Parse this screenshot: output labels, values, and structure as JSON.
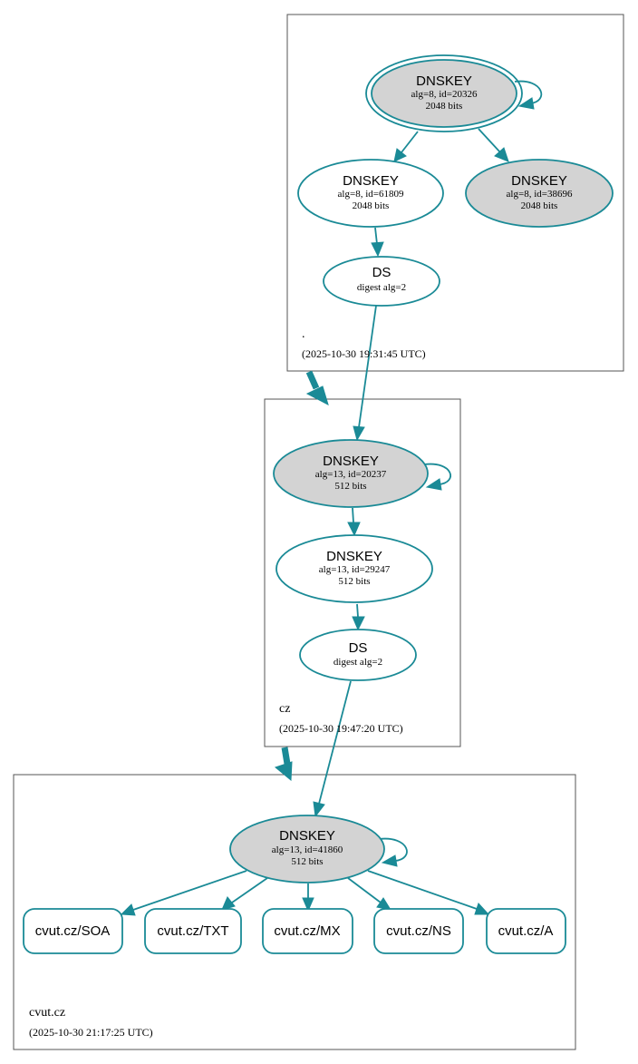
{
  "colors": {
    "edge": "#1a8a96",
    "sep_fill": "#d3d3d3",
    "plain_fill": "#ffffff",
    "border": "#555555"
  },
  "zones": {
    "root": {
      "name": ".",
      "timestamp": "(2025-10-30 19:31:45 UTC)"
    },
    "cz": {
      "name": "cz",
      "timestamp": "(2025-10-30 19:47:20 UTC)"
    },
    "cvut": {
      "name": "cvut.cz",
      "timestamp": "(2025-10-30 21:17:25 UTC)"
    }
  },
  "nodes": {
    "root_ksk": {
      "title": "DNSKEY",
      "line1": "alg=8, id=20326",
      "line2": "2048 bits"
    },
    "root_zsk": {
      "title": "DNSKEY",
      "line1": "alg=8, id=61809",
      "line2": "2048 bits"
    },
    "root_sep2": {
      "title": "DNSKEY",
      "line1": "alg=8, id=38696",
      "line2": "2048 bits"
    },
    "root_ds": {
      "title": "DS",
      "line1": "digest alg=2"
    },
    "cz_ksk": {
      "title": "DNSKEY",
      "line1": "alg=13, id=20237",
      "line2": "512 bits"
    },
    "cz_zsk": {
      "title": "DNSKEY",
      "line1": "alg=13, id=29247",
      "line2": "512 bits"
    },
    "cz_ds": {
      "title": "DS",
      "line1": "digest alg=2"
    },
    "cvut_key": {
      "title": "DNSKEY",
      "line1": "alg=13, id=41860",
      "line2": "512 bits"
    }
  },
  "rrsets": [
    {
      "label": "cvut.cz/SOA"
    },
    {
      "label": "cvut.cz/TXT"
    },
    {
      "label": "cvut.cz/MX"
    },
    {
      "label": "cvut.cz/NS"
    },
    {
      "label": "cvut.cz/A"
    }
  ]
}
